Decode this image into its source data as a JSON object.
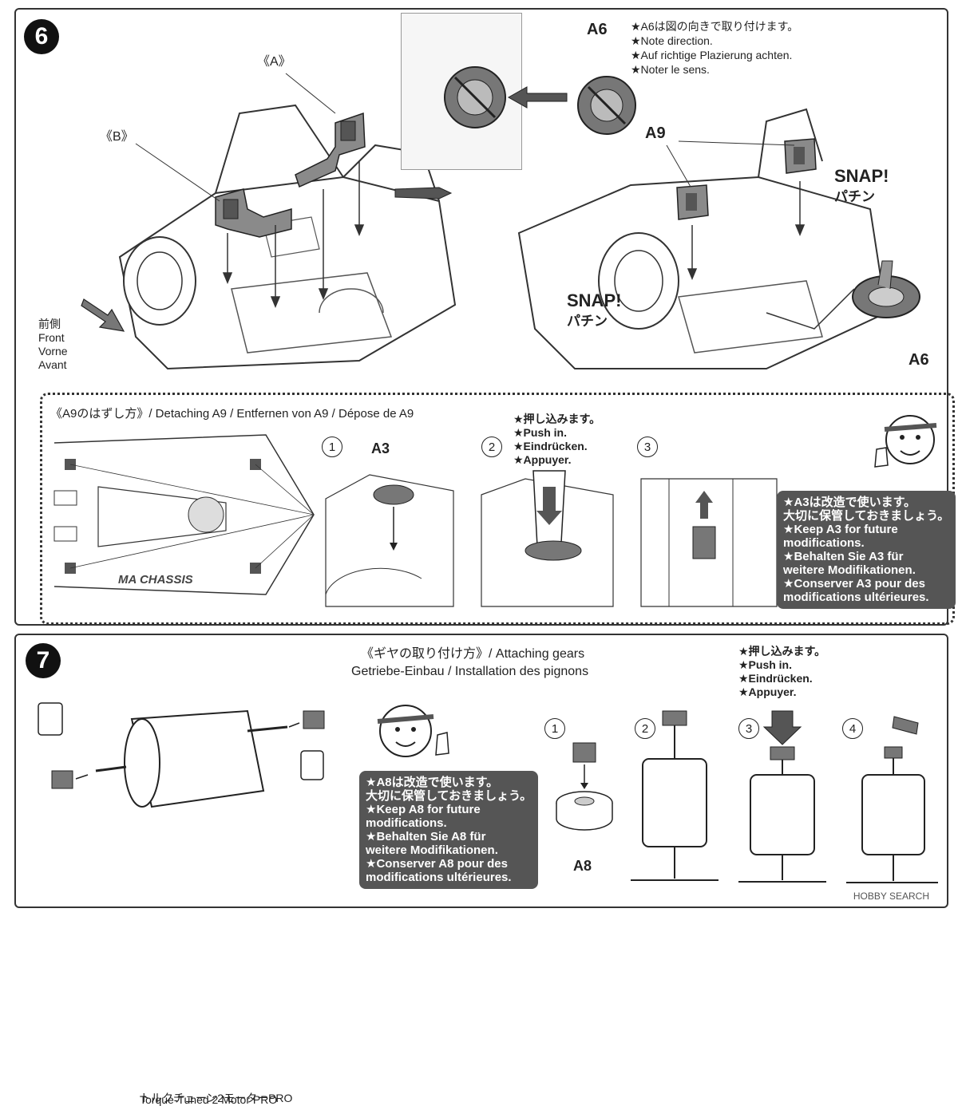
{
  "step6": {
    "number": "6",
    "label_a": "《A》",
    "label_b": "《B》",
    "a6_top": "A6",
    "a6_note": [
      "★A6は図の向きで取り付けます。",
      "★Note direction.",
      "★Auf richtige Plazierung achten.",
      "★Noter le sens."
    ],
    "a9": "A9",
    "a6_bottom": "A6",
    "snap_right": "SNAP!",
    "snap_right_jp": "パチン",
    "snap_left": "SNAP!",
    "snap_left_jp": "パチン",
    "front": [
      "前側",
      "Front",
      "Vorne",
      "Avant"
    ]
  },
  "detach": {
    "title": "《A9のはずし方》/ Detaching A9 / Entfernen von A9 / Dépose de A9",
    "chassis_logo": "MA CHASSIS",
    "steps": [
      "1",
      "2",
      "3"
    ],
    "a3_label": "A3",
    "push_note": [
      "★押し込みます。",
      "★Push in.",
      "★Eindrücken.",
      "★Appuyer."
    ],
    "keep_note": [
      "★A3は改造で使います。",
      "大切に保管しておきましょう。",
      "★Keep A3 for future",
      "modifications.",
      "★Behalten Sie A3 für",
      "weitere Modifikationen.",
      "★Conserver A3 pour des",
      "modifications ultérieures."
    ]
  },
  "step7": {
    "number": "7",
    "title": "《ギヤの取り付け方》/ Attaching gears",
    "subtitle": "Getriebe-Einbau / Installation des pignons",
    "motor_jp": "トルクチューン2モーターPRO",
    "motor_en": "Torque-Tuned 2 Motor PRO",
    "keep_note": [
      "★A8は改造で使います。",
      "大切に保管しておきましょう。",
      "★Keep A8 for future",
      "modifications.",
      "★Behalten Sie A8 für",
      "weitere Modifikationen.",
      "★Conserver A8 pour des",
      "modifications ultérieures."
    ],
    "push_note": [
      "★押し込みます。",
      "★Push in.",
      "★Eindrücken.",
      "★Appuyer."
    ],
    "steps": [
      "1",
      "2",
      "3",
      "4"
    ],
    "a8_label": "A8"
  },
  "watermark": "HOBBY SEARCH"
}
